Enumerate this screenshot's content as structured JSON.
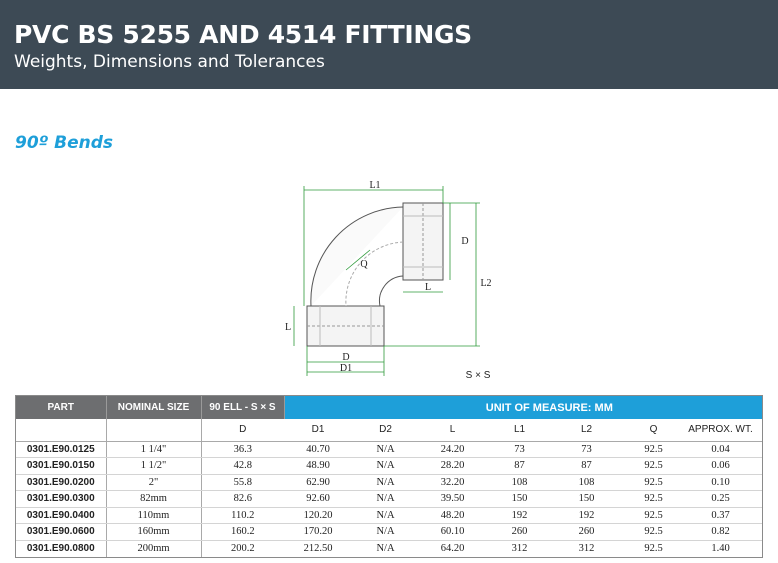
{
  "header": {
    "title": "PVC BS 5255 AND 4514 FITTINGS",
    "subtitle": "Weights, Dimensions and Tolerances"
  },
  "section": {
    "title": "90º Bends"
  },
  "drawing": {
    "labels": {
      "L1": "L1",
      "D_top": "D",
      "Q": "Q",
      "L_top": "L",
      "L2": "L2",
      "L_left": "L",
      "D_bottom": "D",
      "D1": "D1"
    },
    "caption": "S × S"
  },
  "table": {
    "group_headers": {
      "part": "PART",
      "nominal": "NOMINAL SIZE",
      "type": "90 ELL - S × S",
      "unit": "UNIT OF MEASURE:  MM"
    },
    "columns": [
      "D",
      "D1",
      "D2",
      "L",
      "L1",
      "L2",
      "Q",
      "APPROX. WT."
    ],
    "rows": [
      {
        "part": "0301.E90.0125",
        "nominal": "1 1/4\"",
        "d": "36.3",
        "d1": "40.70",
        "d2": "N/A",
        "l": "24.20",
        "l1": "73",
        "l2": "73",
        "q": "92.5",
        "wt": "0.04"
      },
      {
        "part": "0301.E90.0150",
        "nominal": "1 1/2\"",
        "d": "42.8",
        "d1": "48.90",
        "d2": "N/A",
        "l": "28.20",
        "l1": "87",
        "l2": "87",
        "q": "92.5",
        "wt": "0.06"
      },
      {
        "part": "0301.E90.0200",
        "nominal": "2\"",
        "d": "55.8",
        "d1": "62.90",
        "d2": "N/A",
        "l": "32.20",
        "l1": "108",
        "l2": "108",
        "q": "92.5",
        "wt": "0.10"
      },
      {
        "part": "0301.E90.0300",
        "nominal": "82mm",
        "d": "82.6",
        "d1": "92.60",
        "d2": "N/A",
        "l": "39.50",
        "l1": "150",
        "l2": "150",
        "q": "92.5",
        "wt": "0.25"
      },
      {
        "part": "0301.E90.0400",
        "nominal": "110mm",
        "d": "110.2",
        "d1": "120.20",
        "d2": "N/A",
        "l": "48.20",
        "l1": "192",
        "l2": "192",
        "q": "92.5",
        "wt": "0.37"
      },
      {
        "part": "0301.E90.0600",
        "nominal": "160mm",
        "d": "160.2",
        "d1": "170.20",
        "d2": "N/A",
        "l": "60.10",
        "l1": "260",
        "l2": "260",
        "q": "92.5",
        "wt": "0.82"
      },
      {
        "part": "0301.E90.0800",
        "nominal": "200mm",
        "d": "200.2",
        "d1": "212.50",
        "d2": "N/A",
        "l": "64.20",
        "l1": "312",
        "l2": "312",
        "q": "92.5",
        "wt": "1.40"
      }
    ]
  },
  "colors": {
    "header_bg": "#3d4a55",
    "accent_blue": "#1e9fd9",
    "header_grey": "#6d6e70",
    "dimension_green": "#2e9a3a"
  }
}
